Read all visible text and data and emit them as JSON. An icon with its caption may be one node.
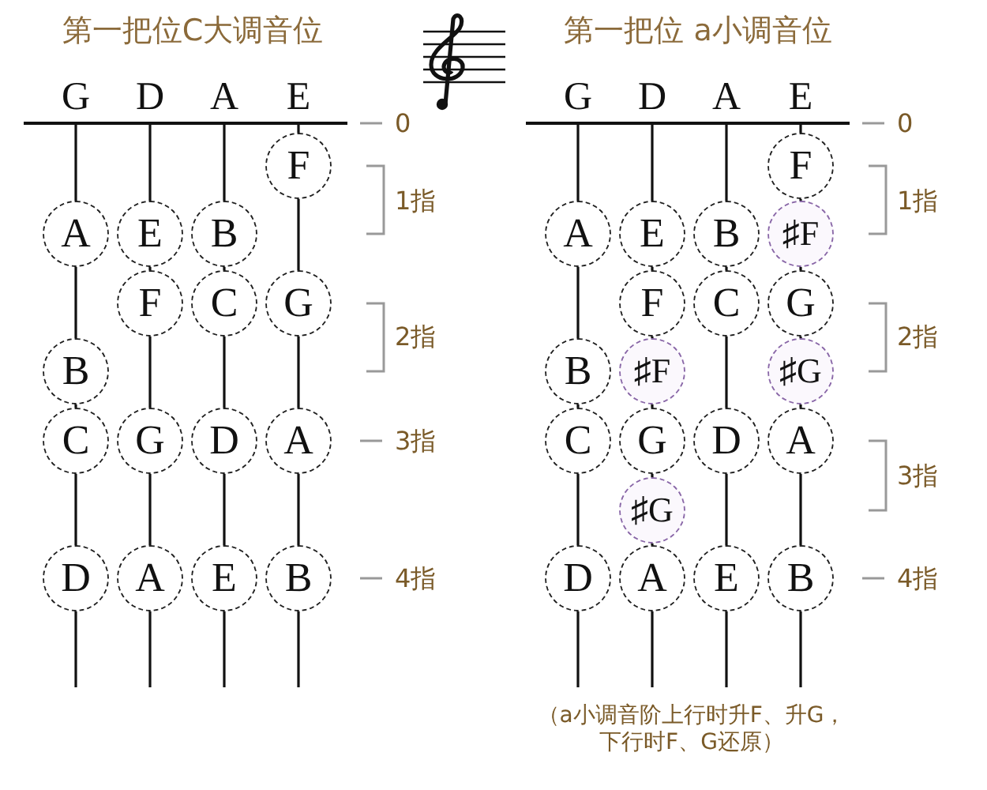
{
  "diagram": {
    "nodes": [
      {
        "text": [
          "F"
        ]
      },
      {
        "text": [
          "A"
        ]
      },
      {
        "text": [
          "E"
        ]
      },
      {
        "text": [
          "B"
        ]
      },
      {
        "text": [
          "F"
        ]
      },
      {
        "text": [
          "C"
        ]
      },
      {
        "text": [
          "G"
        ]
      },
      {
        "text": [
          "B"
        ]
      },
      {
        "text": [
          "C"
        ]
      },
      {
        "text": [
          "G"
        ]
      },
      {
        "text": [
          "D"
        ]
      },
      {
        "text": [
          "A"
        ]
      },
      {
        "text": [
          "D"
        ]
      },
      {
        "text": [
          "A"
        ]
      },
      {
        "text": [
          "E"
        ]
      },
      {
        "text": [
          "B"
        ]
      },
      {
        "text": [
          "F"
        ]
      },
      {
        "text": [
          "A"
        ]
      },
      {
        "text": [
          "E"
        ]
      },
      {
        "text": [
          "B"
        ]
      },
      {
        "text": [
          "♯F"
        ]
      },
      {
        "text": [
          "F"
        ]
      },
      {
        "text": [
          "C"
        ]
      },
      {
        "text": [
          "G"
        ]
      },
      {
        "text": [
          "B"
        ]
      },
      {
        "text": [
          "♯F"
        ]
      },
      {
        "text": [
          "♯G"
        ]
      },
      {
        "text": [
          "C"
        ]
      },
      {
        "text": [
          "G"
        ]
      },
      {
        "text": [
          "D"
        ]
      },
      {
        "text": [
          "A"
        ]
      },
      {
        "text": [
          "♯G"
        ]
      },
      {
        "text": [
          "D"
        ]
      },
      {
        "text": [
          "A"
        ]
      },
      {
        "text": [
          "E"
        ]
      },
      {
        "text": [
          "B"
        ]
      }
    ],
    "labels": [
      "第一把位C大调音位",
      "第一把位 a小调音位",
      "G",
      "D",
      "A",
      "E",
      "G",
      "D",
      "A",
      "E",
      "0",
      "0",
      "1指",
      "1指",
      "2指",
      "2指",
      "3指",
      "3指",
      "4指",
      "4指",
      "（a小调音阶上行时升F、升G，下行时F、G还原）"
    ]
  }
}
